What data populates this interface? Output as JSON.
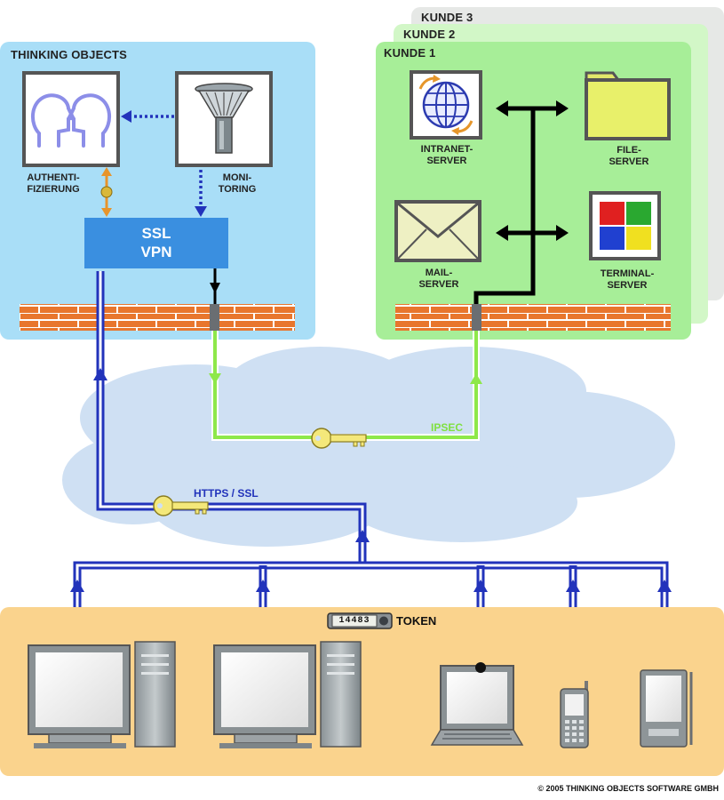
{
  "panels": {
    "kunde3": "KUNDE 3",
    "kunde2": "KUNDE 2",
    "kunde1": "KUNDE 1",
    "thinking_objects": "THINKING OBJECTS"
  },
  "to_nodes": {
    "auth": [
      "AUTHENTI-",
      "FIZIERUNG"
    ],
    "monitoring": [
      "MONI-",
      "TORING"
    ],
    "ssl_vpn": [
      "SSL",
      "VPN"
    ]
  },
  "customer_nodes": {
    "intranet": [
      "INTRANET-",
      "SERVER"
    ],
    "file": [
      "FILE-",
      "SERVER"
    ],
    "mail": [
      "MAIL-",
      "SERVER"
    ],
    "terminal": [
      "TERMINAL-",
      "SERVER"
    ]
  },
  "links": {
    "ipsec": "IPSEC",
    "https_ssl": "HTTPS / SSL"
  },
  "token": {
    "display": "14483",
    "label": "TOKEN"
  },
  "footer": {
    "copyright": "© 2005 THINKING OBJECTS SOFTWARE GMBH"
  },
  "colors": {
    "to_panel": "#a9def7",
    "customer_panel": "#a7ee98",
    "client_panel": "#fad38d",
    "vpn_box": "#3a8fe0",
    "https_line": "#2233bb",
    "ipsec_line": "#8ee84a",
    "firewall": "#e8762d",
    "cloud": "#cfe0f3"
  }
}
